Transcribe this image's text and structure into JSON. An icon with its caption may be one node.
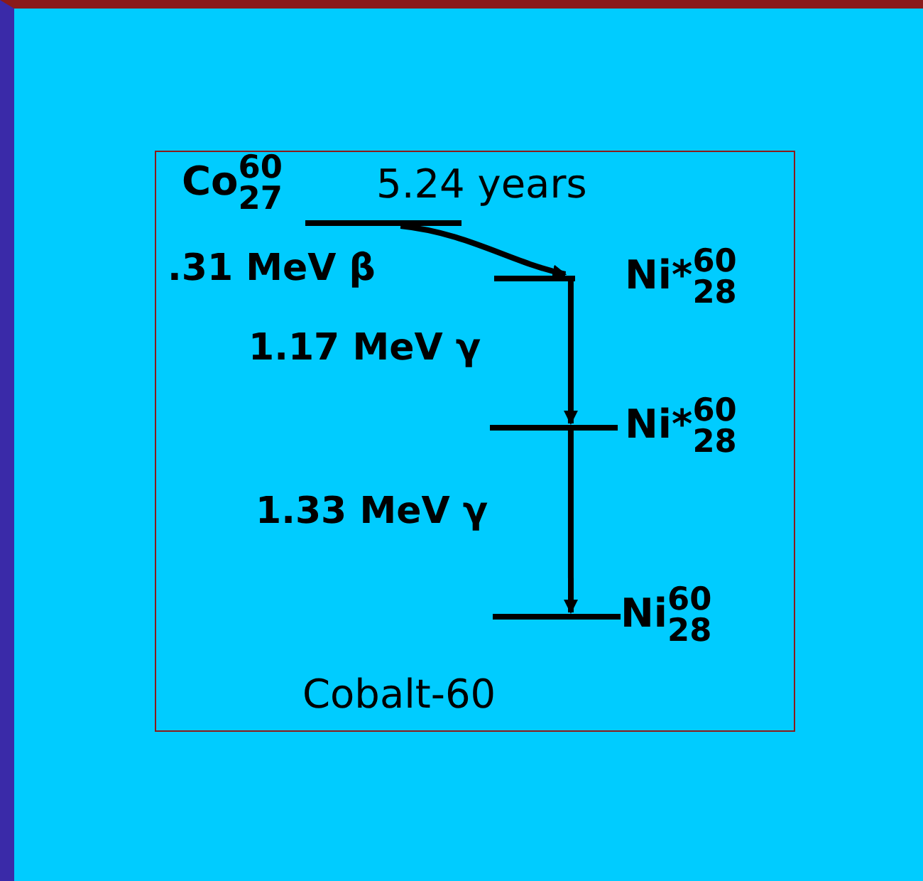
{
  "diagram": {
    "caption": "Cobalt-60",
    "nodes": [
      {
        "text": [
          "Co$^{60}$$_{27}$"
        ],
        "beside": [
          "5.24 years"
        ]
      },
      {
        "text": [
          "Ni*$^{60}$$_{28}$"
        ]
      },
      {
        "text": [
          "Ni*$^{60}$$_{28}$"
        ]
      },
      {
        "text": [
          "Ni$^{60}$$_{28}$"
        ]
      }
    ],
    "edges": [
      {
        "from": 0,
        "to": 1,
        "arrow": "to",
        "label": ".31 MeV β"
      },
      {
        "from": 1,
        "to": 2,
        "arrow": "to",
        "label": "1.17 MeV γ"
      },
      {
        "from": 2,
        "to": 3,
        "arrow": "to",
        "label": "1.33 MeV γ"
      }
    ]
  }
}
